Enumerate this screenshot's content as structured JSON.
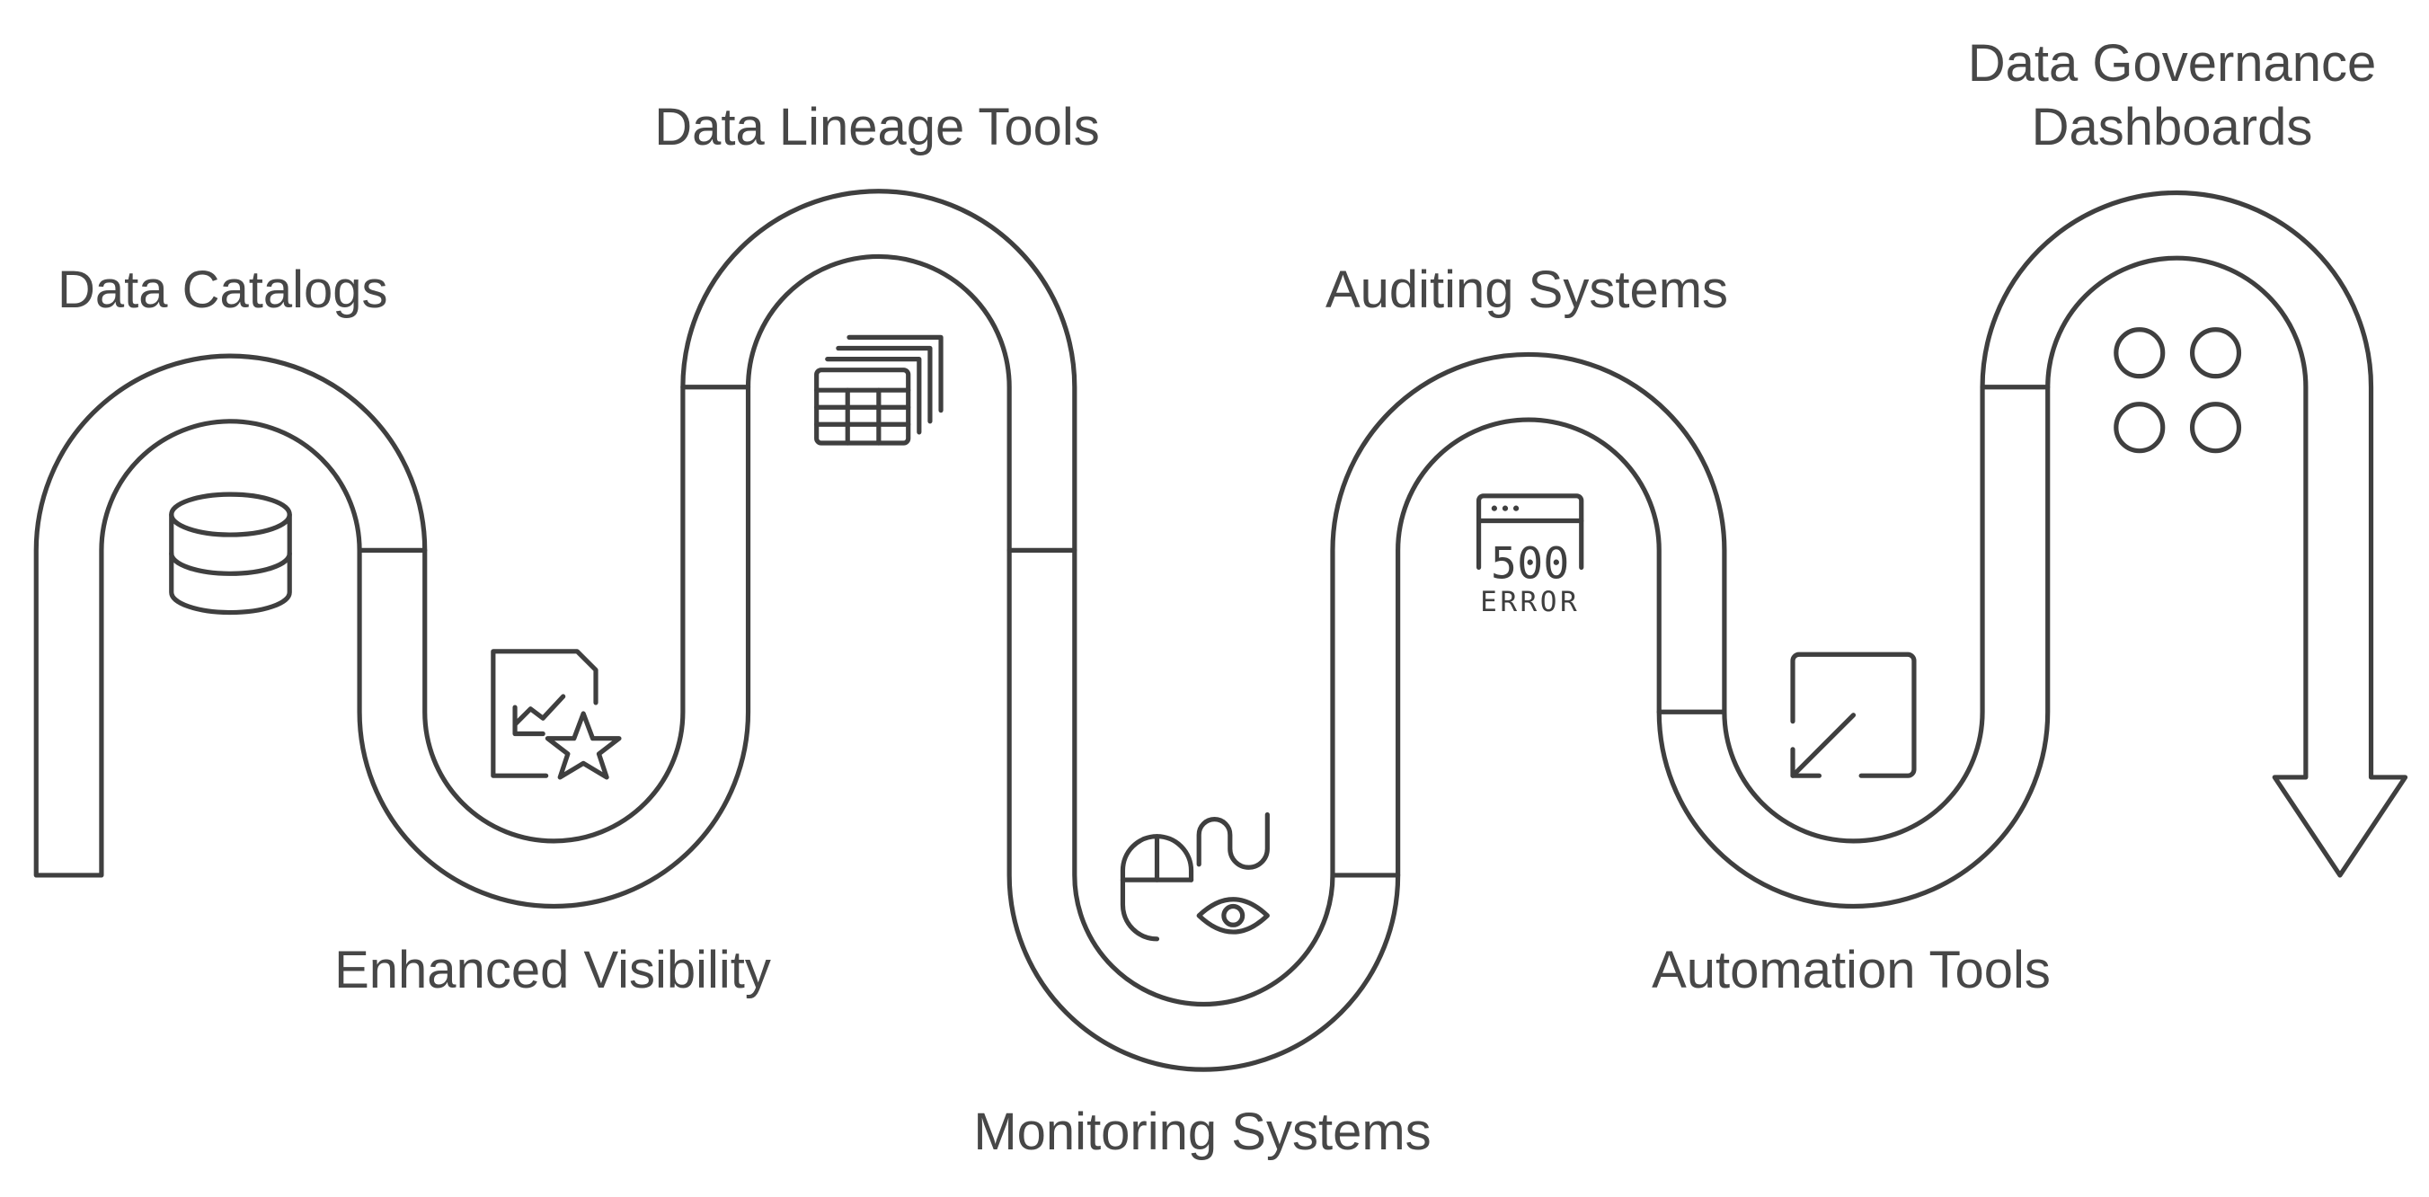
{
  "stages": [
    {
      "label": "Data Catalogs",
      "icon": "database-icon"
    },
    {
      "label": "Enhanced Visibility",
      "icon": "chart-star-document-icon"
    },
    {
      "label": "Data Lineage Tools",
      "icon": "stacked-tables-icon"
    },
    {
      "label": "Monitoring Systems",
      "icon": "mouse-eye-icon"
    },
    {
      "label": "Auditing Systems",
      "icon": "error-500-window-icon"
    },
    {
      "label": "Automation Tools",
      "icon": "collapse-arrow-icon"
    },
    {
      "label_line1": "Data Governance",
      "label_line2": "Dashboards",
      "icon": "four-circles-grid-icon"
    }
  ],
  "error_icon": {
    "code": "500",
    "word": "ERROR"
  },
  "colors": {
    "stroke": "#3f3f3f",
    "text": "#474747",
    "background": "#ffffff"
  }
}
